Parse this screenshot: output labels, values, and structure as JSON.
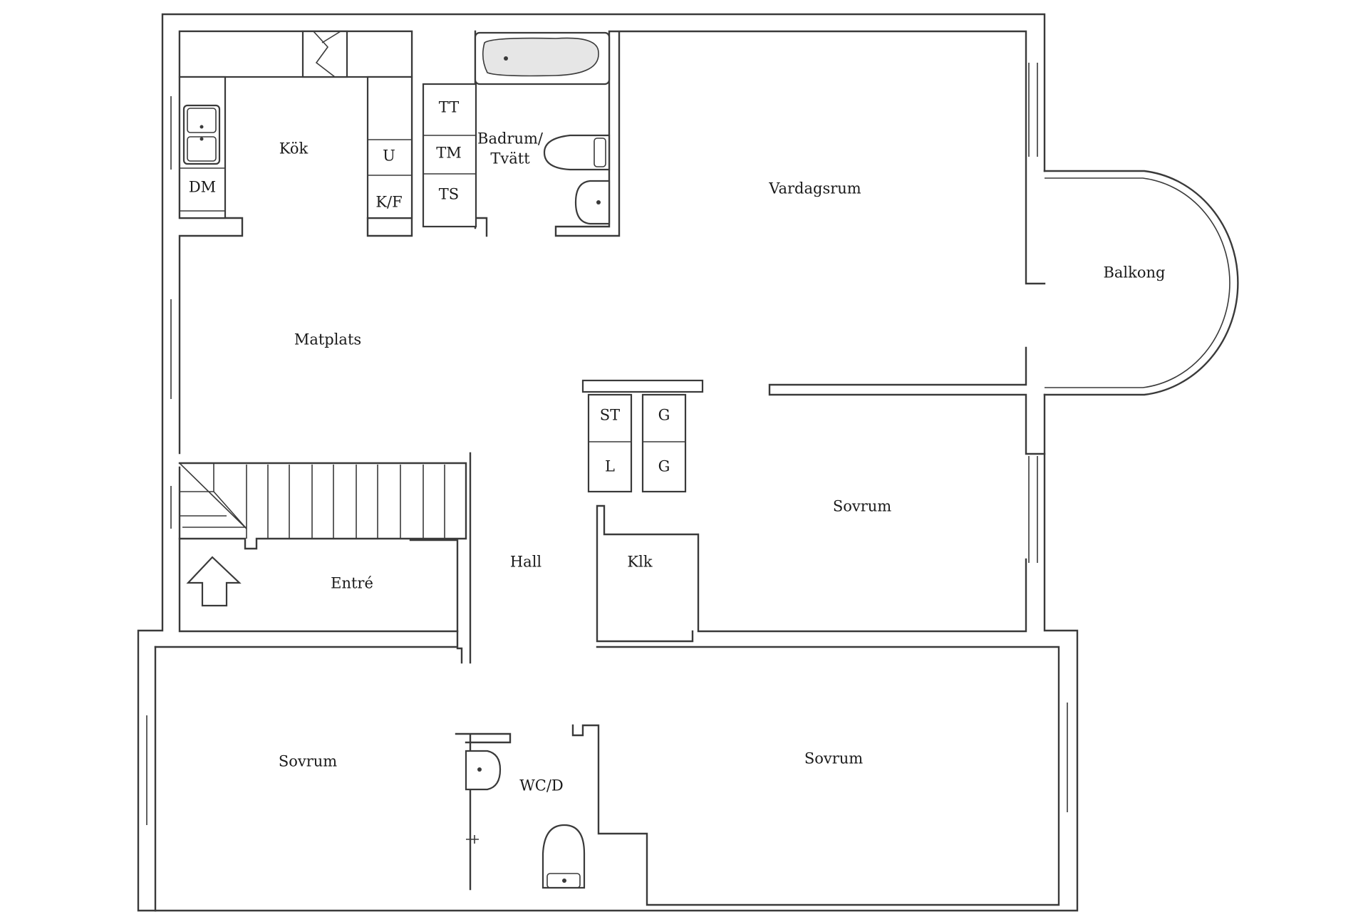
{
  "rooms": {
    "kok": "Kök",
    "dm": "DM",
    "u": "U",
    "kf": "K/F",
    "tt": "TT",
    "tm": "TM",
    "ts": "TS",
    "badrum_1": "Badrum/",
    "badrum_2": "Tvätt",
    "vardagsrum": "Vardagsrum",
    "balkong": "Balkong",
    "matplats": "Matplats",
    "st": "ST",
    "g1": "G",
    "l": "L",
    "g2": "G",
    "sovrum_right": "Sovrum",
    "hall": "Hall",
    "klk": "Klk",
    "entre": "Entré",
    "sovrum_left": "Sovrum",
    "wcd": "WC/D",
    "sovrum_bottom": "Sovrum"
  }
}
